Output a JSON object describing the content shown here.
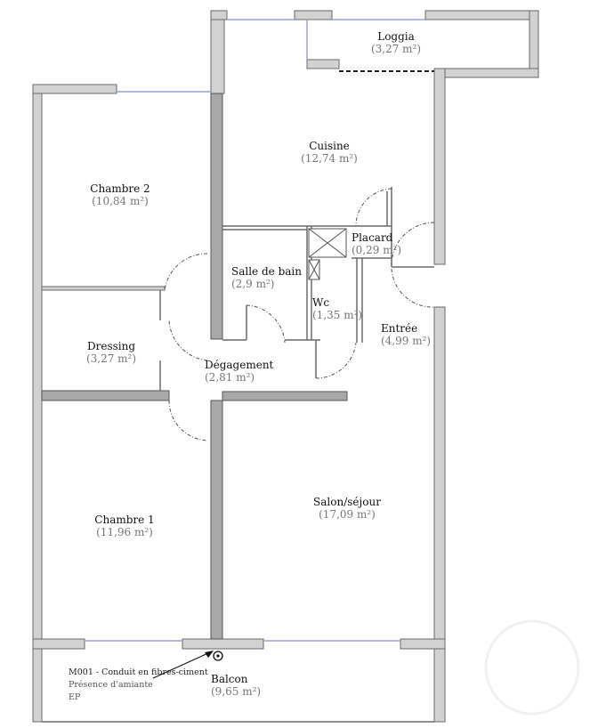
{
  "rooms": [
    {
      "name": "Loggia",
      "area": "(3,27 m²)"
    },
    {
      "name": "Cuisine",
      "area": "(12,74 m²)"
    },
    {
      "name": "Chambre 2",
      "area": "(10,84 m²)"
    },
    {
      "name": "Placard",
      "area": "(0,29 m²)"
    },
    {
      "name": "Salle de bain",
      "area": "(2,9 m²)"
    },
    {
      "name": "Wc",
      "area": "(1,35 m²)"
    },
    {
      "name": "Entrée",
      "area": "(4,99 m²)"
    },
    {
      "name": "Dressing",
      "area": "(3,27 m²)"
    },
    {
      "name": "Dégagement",
      "area": "(2,81 m²)"
    },
    {
      "name": "Salon/séjour",
      "area": "(17,09 m²)"
    },
    {
      "name": "Chambre 1",
      "area": "(11,96 m²)"
    },
    {
      "name": "Balcon",
      "area": "(9,65 m²)"
    }
  ],
  "annotation": {
    "line1": "M001 - Conduit en fibres-ciment",
    "line2": "Présence d'amiante",
    "line3": "EP"
  },
  "colors": {
    "wall": "#d2d2d2",
    "interior_wall": "#a8a8a8",
    "window": "#9aa0d8"
  }
}
